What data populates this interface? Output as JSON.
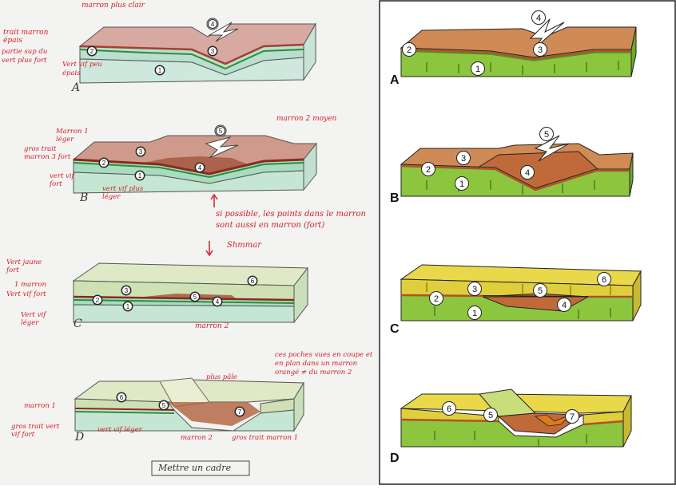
{
  "sketch": {
    "blocks": [
      {
        "letter": "A",
        "numbers": [
          "1",
          "2",
          "3",
          "4"
        ],
        "notes": [
          "marron plus clair",
          "trait marron épais",
          "partie sup du vert plus fort",
          "Vert vif peu épais"
        ]
      },
      {
        "letter": "B",
        "numbers": [
          "1",
          "2",
          "3",
          "4",
          "5"
        ],
        "notes": [
          "marron 2 moyen",
          "Marron 1 léger",
          "gros trait marron 3 fort",
          "vert vif fort",
          "vert vif plus léger"
        ]
      },
      {
        "letter": "C",
        "numbers": [
          "1",
          "2",
          "3",
          "4",
          "5",
          "6"
        ],
        "notes": [
          "Vert jaune fort",
          "1 marron",
          "Vert vif fort",
          "Vert vif léger",
          "marron 2"
        ]
      },
      {
        "letter": "D",
        "numbers": [
          "5",
          "6",
          "7"
        ],
        "notes": [
          "plus pâle",
          "ces poches vues en coupe et en plan dans un marron orangé ≠ du marron 2",
          "marron 1",
          "gros trait vert vif fort",
          "vert vif léger",
          "marron 2",
          "gros trait marron 1"
        ]
      }
    ],
    "instruction": "si possible, les points dans le marron sont aussi en marron (fort)",
    "instruction_word": "Shmmar",
    "frame_note": "Mettre un cadre"
  },
  "final": {
    "blocks": [
      {
        "letter": "A",
        "numbers": [
          "1",
          "2",
          "3",
          "4"
        ]
      },
      {
        "letter": "B",
        "numbers": [
          "1",
          "2",
          "3",
          "4",
          "5"
        ]
      },
      {
        "letter": "C",
        "numbers": [
          "1",
          "2",
          "3",
          "4",
          "5",
          "6"
        ]
      },
      {
        "letter": "D",
        "numbers": [
          "5",
          "6",
          "7"
        ]
      }
    ]
  },
  "colors": {
    "green": "#8cc63f",
    "green_dark": "#5a9a28",
    "brown_light": "#d08a55",
    "brown_mid": "#c06a3a",
    "brown_dark": "#b0522a",
    "yellow": "#e8d84a",
    "pale_green": "#c9dd7a",
    "annotation_red": "#d0202a"
  }
}
